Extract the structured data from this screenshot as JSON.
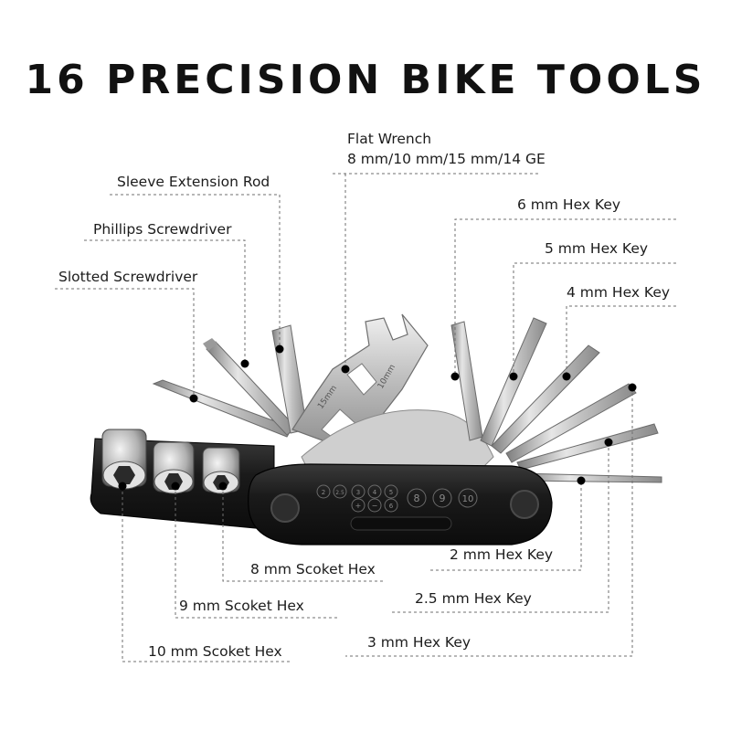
{
  "title": "16 PRECISION BIKE TOOLS",
  "labels": {
    "flat_wrench_line1": "Flat Wrench",
    "flat_wrench_line2": "8 mm/10 mm/15 mm/14 GE",
    "sleeve_extension_rod": "Sleeve Extension Rod",
    "phillips_screwdriver": "Phillips Screwdriver",
    "slotted_screwdriver": "Slotted Screwdriver",
    "hex_6mm": "6 mm Hex Key",
    "hex_5mm": "5 mm Hex Key",
    "hex_4mm": "4 mm Hex Key",
    "hex_2mm": "2 mm Hex Key",
    "hex_2_5mm": "2.5 mm Hex Key",
    "hex_3mm": "3 mm Hex Key",
    "socket_8mm": "8 mm Scoket Hex",
    "socket_9mm": "9 mm Scoket Hex",
    "socket_10mm": "10 mm Scoket Hex"
  },
  "tool_markings": {
    "body_numbers": [
      "2",
      "2.5",
      "3",
      "4",
      "5",
      "8",
      "9",
      "10"
    ],
    "body_symbols": [
      "+",
      "−",
      "6"
    ],
    "wrench_marks": [
      "15mm",
      "10mm"
    ]
  },
  "colors": {
    "metal": "#c9c9c9",
    "metal_dark": "#8c8c8c",
    "body": "#1e1e1e",
    "leader": "#6f6f6f"
  }
}
